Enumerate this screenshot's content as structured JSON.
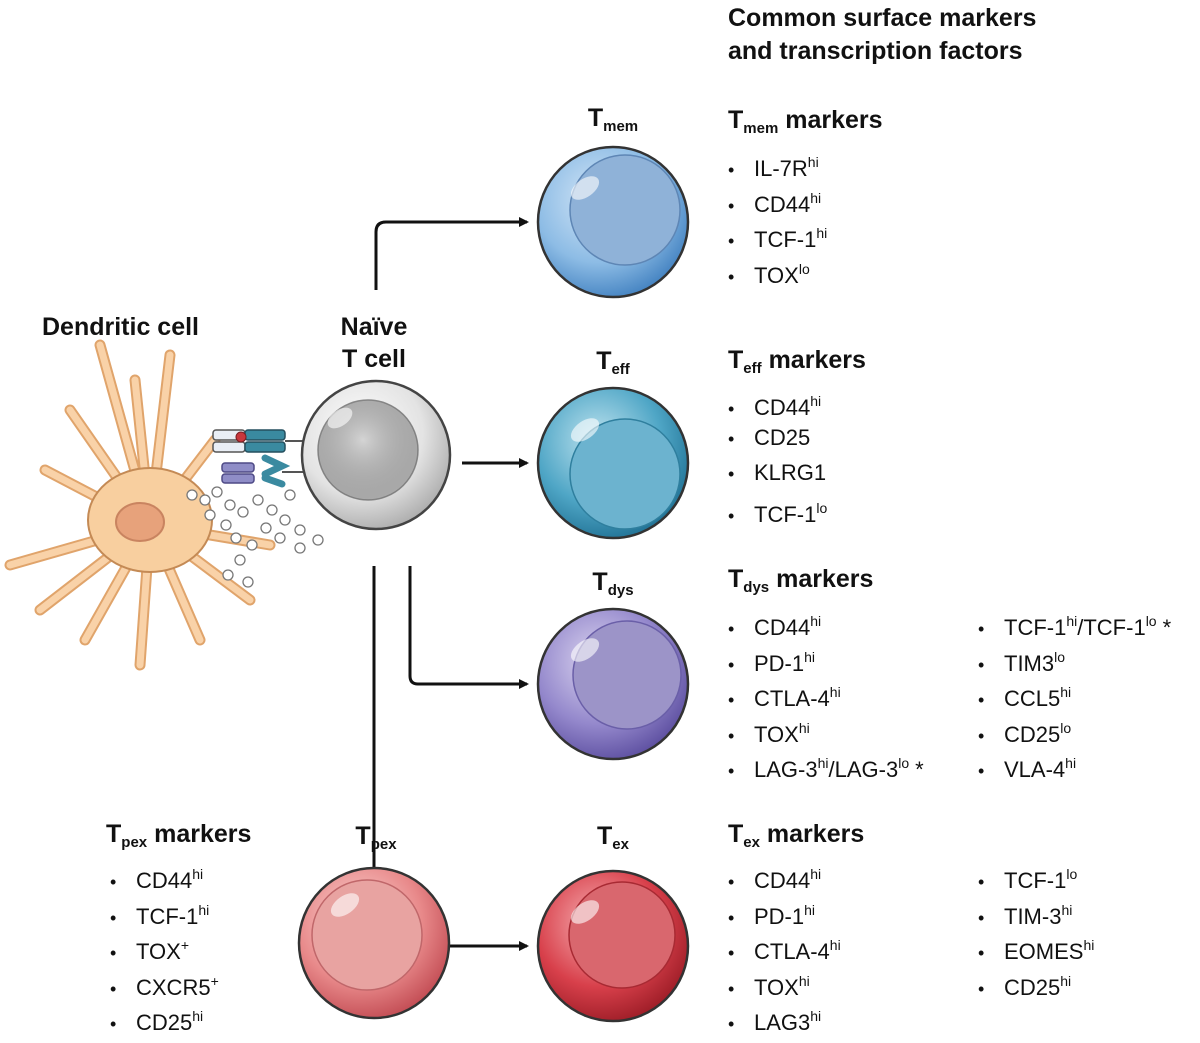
{
  "header": {
    "line1": "Common surface markers",
    "line2": "and transcription factors"
  },
  "labels": {
    "dendritic": "Dendritic cell",
    "naive_line1": "Naïve",
    "naive_line2": "T cell"
  },
  "cells": {
    "mem": {
      "main": "T",
      "sub": "mem"
    },
    "eff": {
      "main": "T",
      "sub": "eff"
    },
    "dys": {
      "main": "T",
      "sub": "dys"
    },
    "pex": {
      "main": "T",
      "sub": "pex"
    },
    "ex": {
      "main": "T",
      "sub": "ex"
    }
  },
  "marker_word": "markers",
  "bullet": "•",
  "mem_markers": [
    {
      "name": "IL-7R",
      "sup": "hi"
    },
    {
      "name": "CD44",
      "sup": "hi"
    },
    {
      "name": "TCF-1",
      "sup": "hi"
    },
    {
      "name": "TOX",
      "sup": "lo"
    }
  ],
  "eff_markers": [
    {
      "name": "CD44",
      "sup": "hi"
    },
    {
      "name": "CD25",
      "sup": ""
    },
    {
      "name": "KLRG1",
      "sup": ""
    },
    {
      "name": "TCF-1",
      "sup": "lo"
    }
  ],
  "dys_markers_left": [
    {
      "name": "CD44",
      "sup": "hi"
    },
    {
      "name": "PD-1",
      "sup": "hi"
    },
    {
      "name": "CTLA-4",
      "sup": "hi"
    },
    {
      "name": "TOX",
      "sup": "hi"
    },
    {
      "name": "LAG-3",
      "sup": "hi",
      "name2": "/LAG-3",
      "sup2": "lo",
      "star": "*"
    }
  ],
  "dys_markers_right": [
    {
      "name": "TCF-1",
      "sup": "hi",
      "name2": "/TCF-1",
      "sup2": "lo",
      "star": "*"
    },
    {
      "name": "TIM3",
      "sup": "lo"
    },
    {
      "name": "CCL5",
      "sup": "hi"
    },
    {
      "name": "CD25",
      "sup": "lo"
    },
    {
      "name": "VLA-4",
      "sup": "hi"
    }
  ],
  "pex_markers": [
    {
      "name": "CD44",
      "sup": "hi"
    },
    {
      "name": "TCF-1",
      "sup": "hi"
    },
    {
      "name": "TOX",
      "sup": "+"
    },
    {
      "name": "CXCR5",
      "sup": "+"
    },
    {
      "name": "CD25",
      "sup": "hi"
    }
  ],
  "ex_markers_left": [
    {
      "name": "CD44",
      "sup": "hi"
    },
    {
      "name": "PD-1",
      "sup": "hi"
    },
    {
      "name": "CTLA-4",
      "sup": "hi"
    },
    {
      "name": "TOX",
      "sup": "hi"
    },
    {
      "name": "LAG3",
      "sup": "hi"
    }
  ],
  "ex_markers_right": [
    {
      "name": "TCF-1",
      "sup": "lo"
    },
    {
      "name": "TIM-3",
      "sup": "hi"
    },
    {
      "name": "EOMES",
      "sup": "hi"
    },
    {
      "name": "CD25",
      "sup": "hi"
    }
  ],
  "colors": {
    "mem": "#7fb1df",
    "eff": "#3f97b8",
    "dys": "#8a7cc2",
    "pex": "#e0787a",
    "ex": "#cf3541",
    "naive": "#d9d9d9",
    "dendritic": "#f7c998",
    "receptor": "#3a8aa0",
    "mhc": "#8f8dc7"
  }
}
